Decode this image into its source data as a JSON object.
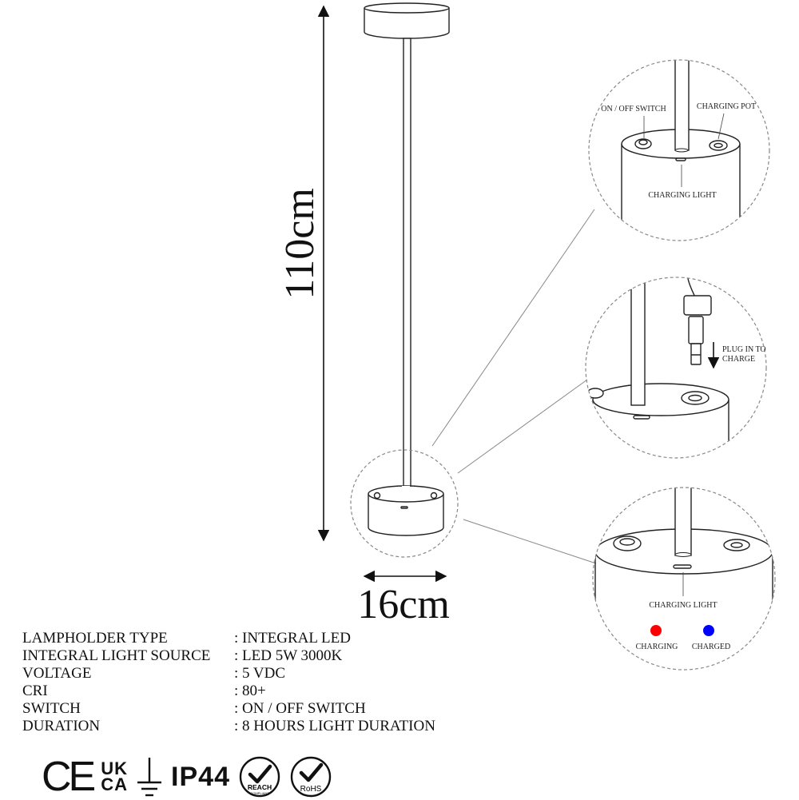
{
  "dimensions": {
    "height_label": "110cm",
    "width_label": "16cm"
  },
  "callouts": {
    "on_off_switch": "ON / OFF SWITCH",
    "charging_pot": "CHARGING POT",
    "charging_light_top": "CHARGING LIGHT",
    "plug_in_line1": "PLUG IN TO",
    "plug_in_line2": "CHARGE",
    "charging_light_bottom": "CHARGING LIGHT",
    "charging": "CHARGING",
    "charged": "CHARGED"
  },
  "indicator_colors": {
    "charging": "#ff0000",
    "charged": "#0000ff"
  },
  "specs": [
    {
      "label": "LAMPHOLDER TYPE",
      "value": ": INTEGRAL LED"
    },
    {
      "label": "INTEGRAL LIGHT SOURCE",
      "value": ": LED 5W 3000K"
    },
    {
      "label": "VOLTAGE",
      "value": ": 5 VDC"
    },
    {
      "label": "CRI",
      "value": ": 80+"
    },
    {
      "label": "SWITCH",
      "value": ": ON / OFF SWITCH"
    },
    {
      "label": "DURATION",
      "value": ": 8 HOURS LIGHT DURATION"
    }
  ],
  "certifications": {
    "ce": "CE",
    "ukca_line1": "UK",
    "ukca_line2": "CA",
    "ip": "IP44",
    "reach": "REACH",
    "reach_sub": "COMPLIANT",
    "rohs": "RoHS"
  }
}
